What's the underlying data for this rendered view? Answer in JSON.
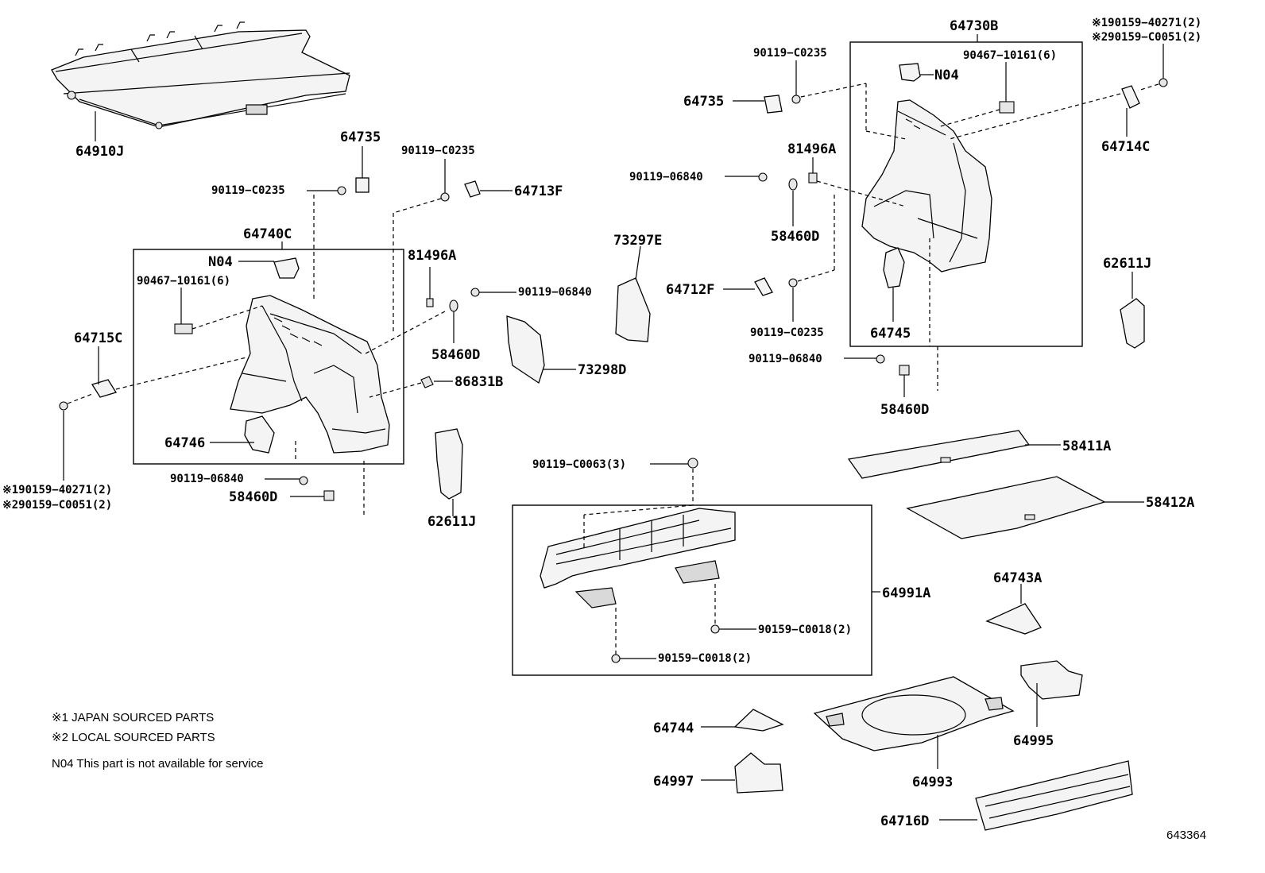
{
  "labels": {
    "64910J": "64910J",
    "64735_a": "64735",
    "90119_C0235_a": "90119−C0235",
    "90119_C0235_b": "90119−C0235",
    "64713F": "64713F",
    "64740C": "64740C",
    "N04_a": "N04",
    "90467_10161_a": "90467−10161(6)",
    "64715C": "64715C",
    "19_a": "※190159−40271(2)",
    "29_a": "※290159−C0051(2)",
    "64746": "64746",
    "90119_06840_a": "90119−06840",
    "58460D_a": "58460D",
    "81496A_a": "81496A",
    "90119_06840_b": "90119−06840",
    "58460D_b": "58460D",
    "86831B": "86831B",
    "73297E": "73297E",
    "73298D": "73298D",
    "62611J_a": "62611J",
    "64730B": "64730B",
    "90119_C0235_c": "90119−C0235",
    "90467_10161_b": "90467−10161(6)",
    "N04_b": "N04",
    "64735_b": "64735",
    "81496A_b": "81496A",
    "90119_06840_c": "90119−06840",
    "58460D_c": "58460D",
    "64712F": "64712F",
    "90119_C0235_d": "90119−C0235",
    "64745": "64745",
    "90119_06840_d": "90119−06840",
    "58460D_d": "58460D",
    "19_b": "※190159−40271(2)",
    "29_b": "※290159−C0051(2)",
    "64714C": "64714C",
    "62611J_b": "62611J",
    "58411A": "58411A",
    "58412A": "58412A",
    "90119_C0063": "90119−C0063(3)",
    "64991A": "64991A",
    "90159_C0018_a": "90159−C0018(2)",
    "90159_C0018_b": "90159−C0018(2)",
    "64743A": "64743A",
    "64744": "64744",
    "64993": "64993",
    "64995": "64995",
    "64997": "64997",
    "64716D": "64716D"
  },
  "notes": {
    "note1": "※1  JAPAN SOURCED PARTS",
    "note2": "※2  LOCAL SOURCED PARTS",
    "note3": "N04 This part is not  available for service"
  },
  "figure_id": "643364"
}
